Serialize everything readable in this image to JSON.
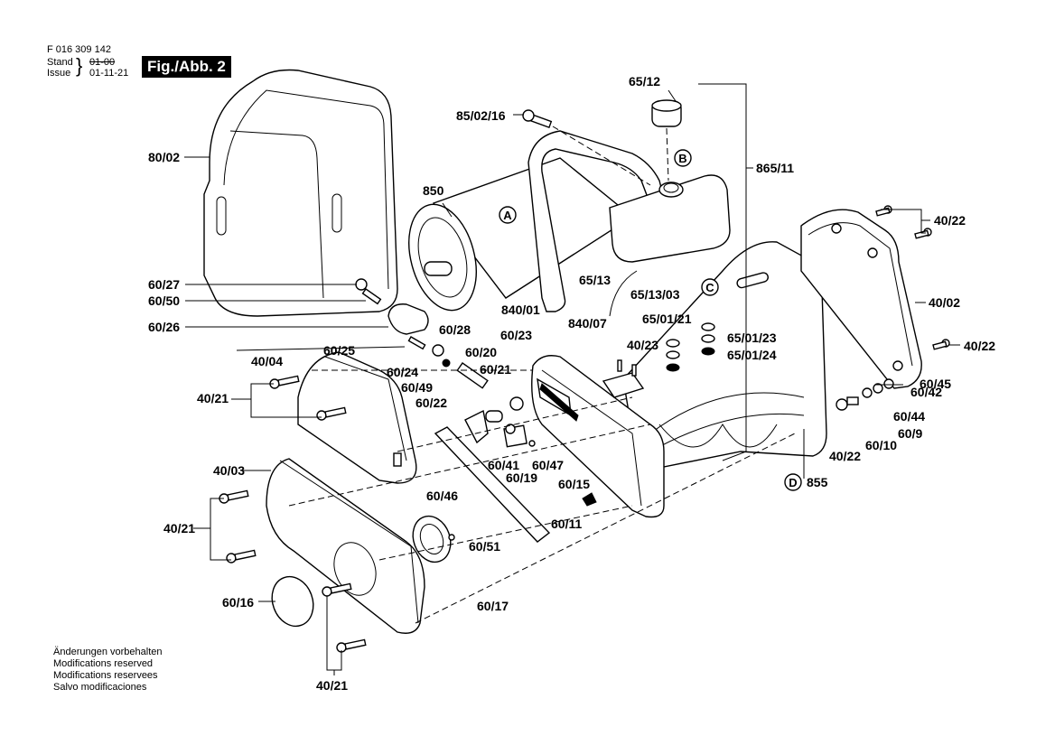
{
  "header": {
    "part_number": "F 016 309 142",
    "stand_label": "Stand",
    "issue_label": "Issue",
    "stand_value_struck": "01-00",
    "issue_value": "01-11-21",
    "figure_badge": "Fig./Abb. 2"
  },
  "notes": [
    "Änderungen vorbehalten",
    "Modifications reserved",
    "Modifications reservees",
    "Salvo modificaciones"
  ],
  "reference_markers": [
    "A",
    "B",
    "C",
    "D"
  ],
  "part_labels": {
    "p80_02": "80/02",
    "p85_02_16": "85/02/16",
    "p65_12": "65/12",
    "p865_11": "865/11",
    "p850": "850",
    "p40_22_top": "40/22",
    "p60_27": "60/27",
    "p60_50": "60/50",
    "p65_13": "65/13",
    "p65_13_03": "65/13/03",
    "p40_02": "40/02",
    "p60_26": "60/26",
    "p840_01": "840/01",
    "p840_07": "840/07",
    "p65_01_21": "65/01/21",
    "p65_01_23": "65/01/23",
    "p60_28": "60/28",
    "p60_23": "60/23",
    "p60_25": "60/25",
    "p40_22_mid": "40/22",
    "p40_04": "40/04",
    "p60_20": "60/20",
    "p40_23": "40/23",
    "p65_01_24": "65/01/24",
    "p60_24": "60/24",
    "p60_21": "60/21",
    "p40_21_a": "40/21",
    "p60_49": "60/49",
    "p60_45": "60/45",
    "p60_22": "60/22",
    "p60_42": "60/42",
    "p60_44": "60/44",
    "p60_9": "60/9",
    "p60_41": "60/41",
    "p60_47": "60/47",
    "p60_10": "60/10",
    "p40_22_low": "40/22",
    "p60_19": "60/19",
    "p40_03": "40/03",
    "p60_15": "60/15",
    "p855": "855",
    "p60_46": "60/46",
    "p60_11": "60/11",
    "p40_21_b": "40/21",
    "p60_51": "60/51",
    "p60_16": "60/16",
    "p60_17": "60/17",
    "p40_21_c": "40/21"
  }
}
